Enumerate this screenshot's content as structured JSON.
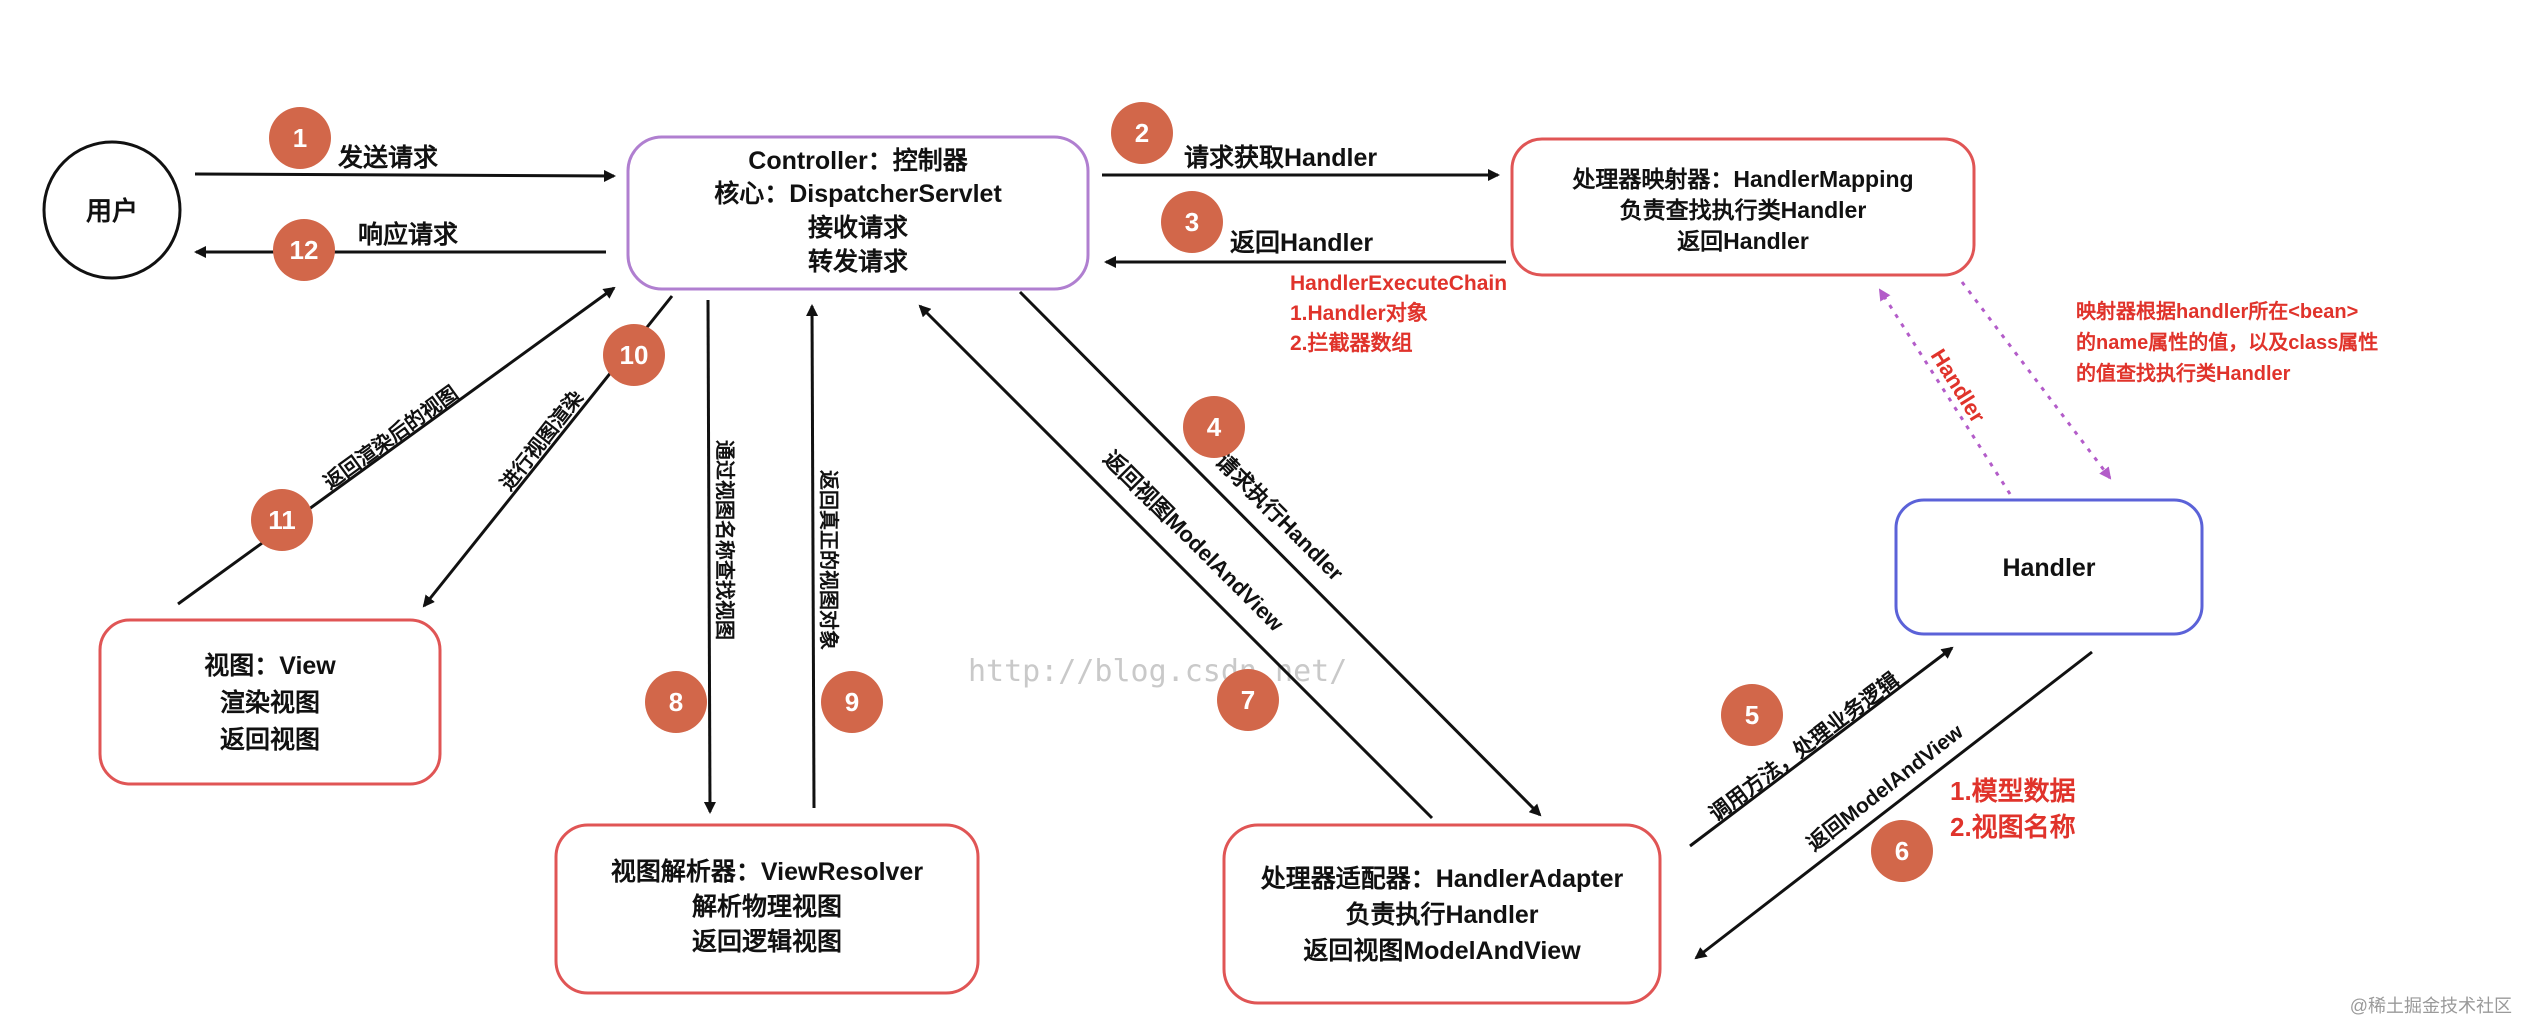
{
  "nodes": {
    "user": {
      "lines": [
        "用户"
      ]
    },
    "controller": {
      "lines": [
        "Controller：控制器",
        "核心：DispatcherServlet",
        "接收请求",
        "转发请求"
      ]
    },
    "handler_mapping": {
      "lines": [
        "处理器映射器：HandlerMapping",
        "负责查找执行类Handler",
        "返回Handler"
      ]
    },
    "handler": {
      "lines": [
        "Handler"
      ]
    },
    "view": {
      "lines": [
        "视图：View",
        "渲染视图",
        "返回视图"
      ]
    },
    "view_resolver": {
      "lines": [
        "视图解析器：ViewResolver",
        "解析物理视图",
        "返回逻辑视图"
      ]
    },
    "handler_adapter": {
      "lines": [
        "处理器适配器：HandlerAdapter",
        "负责执行Handler",
        "返回视图ModelAndView"
      ]
    }
  },
  "steps": [
    {
      "num": "1",
      "label": "发送请求"
    },
    {
      "num": "2",
      "label": "请求获取Handler"
    },
    {
      "num": "3",
      "label": "返回Handler"
    },
    {
      "num": "4",
      "label": "请求执行Handler"
    },
    {
      "num": "5",
      "label": "调用方法，处理业务逻辑"
    },
    {
      "num": "6",
      "label": "返回ModelAndView"
    },
    {
      "num": "7",
      "label": "返回视图ModelAndView"
    },
    {
      "num": "8",
      "label": "通过视图名称查找视图"
    },
    {
      "num": "9",
      "label": "返回真正的视图对象"
    },
    {
      "num": "10",
      "label": "进行视图渲染"
    },
    {
      "num": "11",
      "label": "返回渲染后的视图"
    },
    {
      "num": "12",
      "label": "响应请求"
    }
  ],
  "notes": {
    "execute_chain": [
      "HandlerExecuteChain",
      "1.Handler对象",
      "2.拦截器数组"
    ],
    "mapping_note": [
      "映射器根据handler所在<bean>",
      "的name属性的值，以及class属性",
      "的值查找执行类Handler"
    ],
    "handler_dotted_label": "Handler",
    "model_view_note": [
      "1.模型数据",
      "2.视图名称"
    ]
  },
  "watermark": "http://blog.csdn.net/",
  "corner_mark": "@稀土掘金技术社区",
  "colors": {
    "box_red": "#e05555",
    "box_purple": "#b07fd0",
    "box_blue": "#5b62d8",
    "badge": "#d2674a",
    "note_red": "#e0332b",
    "dotted_purple": "#b35cc9"
  }
}
